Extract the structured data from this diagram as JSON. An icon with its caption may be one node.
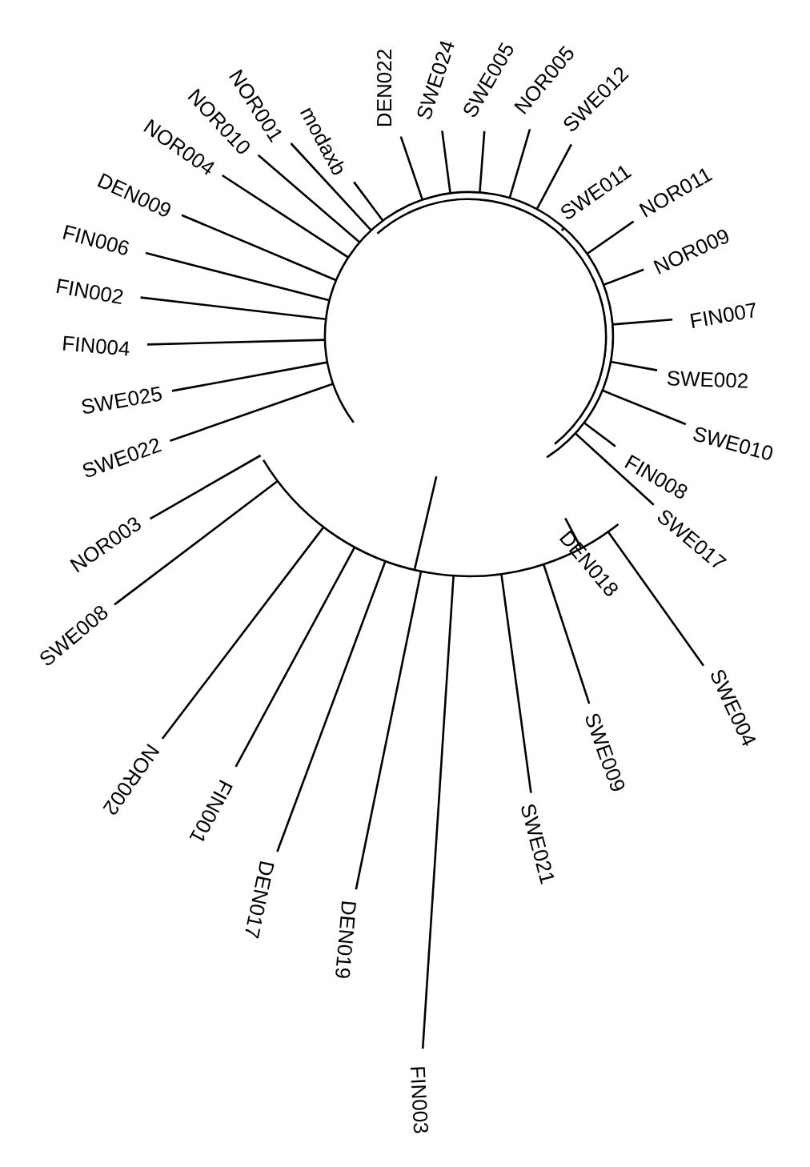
{
  "diagram": {
    "labels": [
      "DEN022",
      "SWE024",
      "SWE005",
      "NOR005",
      "SWE012",
      "SWE011",
      "NOR011",
      "NOR009",
      "FIN007",
      "SWE002",
      "SWE010",
      "FIN008",
      "DEN018",
      "SWE017",
      "SWE004",
      "SWE009",
      "SWE021",
      "FIN003",
      "DEN019",
      "DEN017",
      "FIN001",
      "NOR002",
      "SWE008",
      "NOR003",
      "SWE022",
      "SWE025",
      "FIN004",
      "FIN002",
      "FIN006",
      "DEN009",
      "NOR004",
      "NOR010",
      "NOR001",
      "modaxb"
    ]
  }
}
